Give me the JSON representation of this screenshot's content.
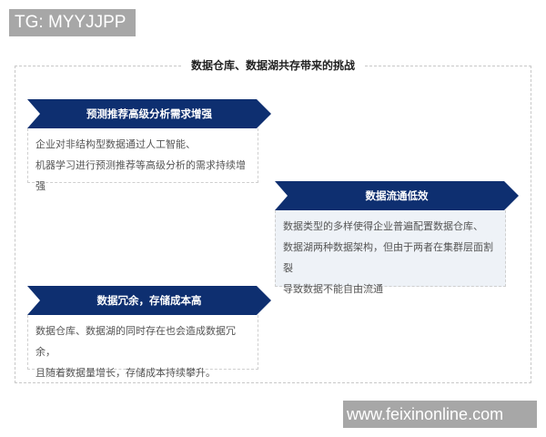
{
  "watermarks": {
    "top_left": "TG: MYYJJPP",
    "bottom_right": "www.feixinonline.com"
  },
  "title": "数据仓库、数据湖共存带来的挑战",
  "colors": {
    "banner": "#0e2f70",
    "alt_box": "#eef2f7",
    "watermark_bg": "#a7a7a7"
  },
  "cards": [
    {
      "heading": "预测推荐高级分析需求增强",
      "lines": [
        "企业对非结构型数据通过人工智能、",
        "机器学习进行预测推荐等高级分析的需求持续增强"
      ]
    },
    {
      "heading": "数据流通低效",
      "lines": [
        "数据类型的多样使得企业普遍配置数据仓库、",
        "数据湖两种数据架构，但由于两者在集群层面割裂",
        "导致数据不能自由流通"
      ]
    },
    {
      "heading": "数据冗余，存储成本高",
      "lines": [
        "数据仓库、数据湖的同时存在也会造成数据冗余，",
        "且随着数据量增长，存储成本持续攀升。"
      ]
    }
  ]
}
